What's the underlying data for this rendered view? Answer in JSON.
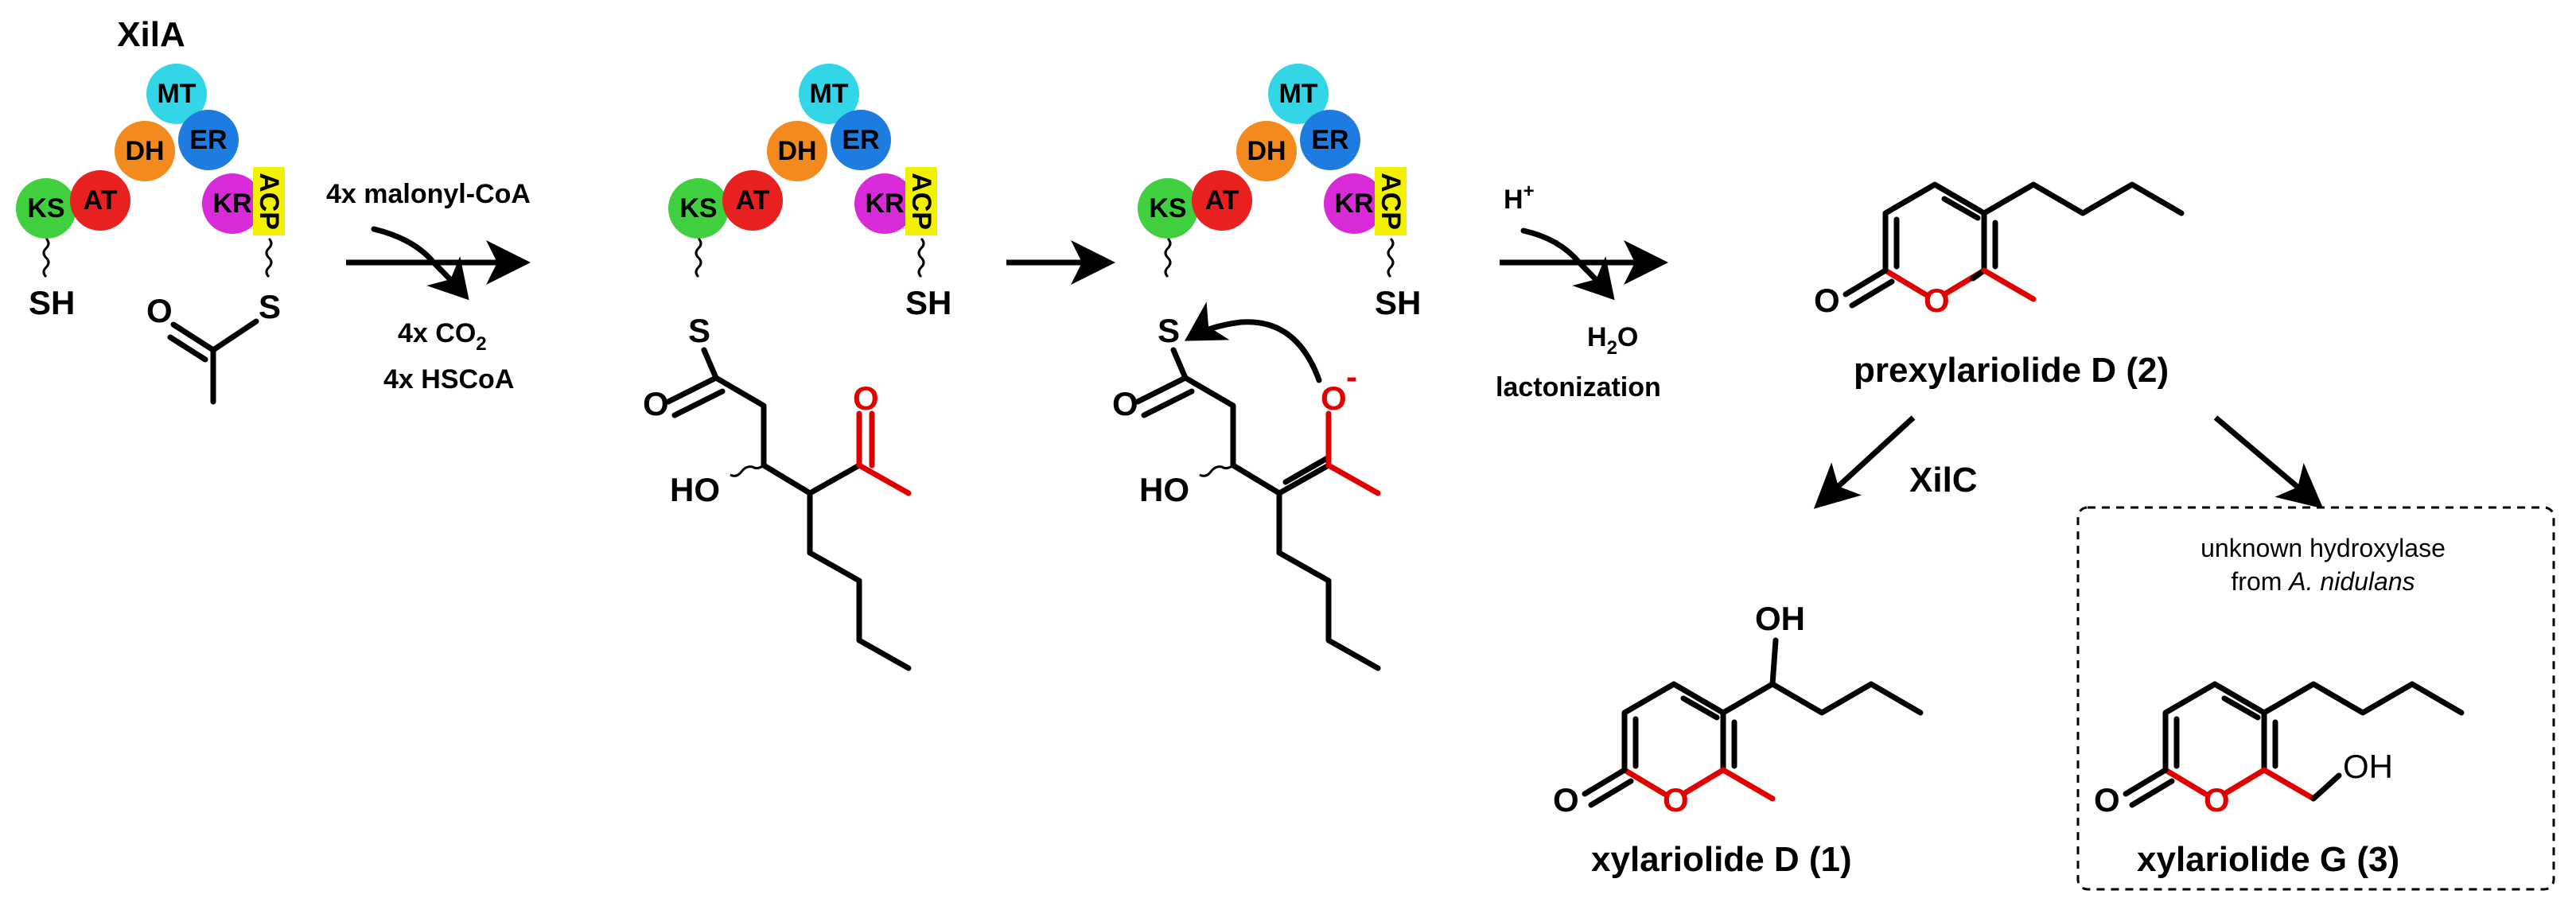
{
  "enzyme": {
    "name": "XilA"
  },
  "domains": [
    {
      "id": "mt",
      "label": "MT",
      "color": "#33d6e6"
    },
    {
      "id": "dh",
      "label": "DH",
      "color": "#f28a1e"
    },
    {
      "id": "er",
      "label": "ER",
      "color": "#1e7be0"
    },
    {
      "id": "ks",
      "label": "KS",
      "color": "#3fcf3f"
    },
    {
      "id": "at",
      "label": "AT",
      "color": "#e82020"
    },
    {
      "id": "kr",
      "label": "KR",
      "color": "#d92ad9"
    },
    {
      "id": "acp",
      "label": "ACP",
      "color": "#f2f200"
    }
  ],
  "step1": {
    "reagent": "4x malonyl-CoA",
    "byproduct1": "4x CO",
    "byproduct1_sub": "2",
    "byproduct2": "4x HSCoA"
  },
  "step3": {
    "reagent": "H",
    "reagent_sup": "+",
    "byproduct": "H",
    "byproduct_sub": "2",
    "byproduct_tail": "O",
    "note": "lactonization"
  },
  "atoms": {
    "sh": "SH",
    "s": "S",
    "o": "O",
    "ho": "HO",
    "oh": "OH",
    "o_minus": "-"
  },
  "products": {
    "prexylariolide": "prexylariolide D (2)",
    "xylariolide_d": "xylariolide D (1)",
    "xylariolide_g": "xylariolide G (3)"
  },
  "enzymes": {
    "xilc": "XilC"
  },
  "hydroxylase": {
    "line1": "unknown hydroxylase",
    "line2_prefix": "from ",
    "line2_italic": "A. nidulans"
  }
}
